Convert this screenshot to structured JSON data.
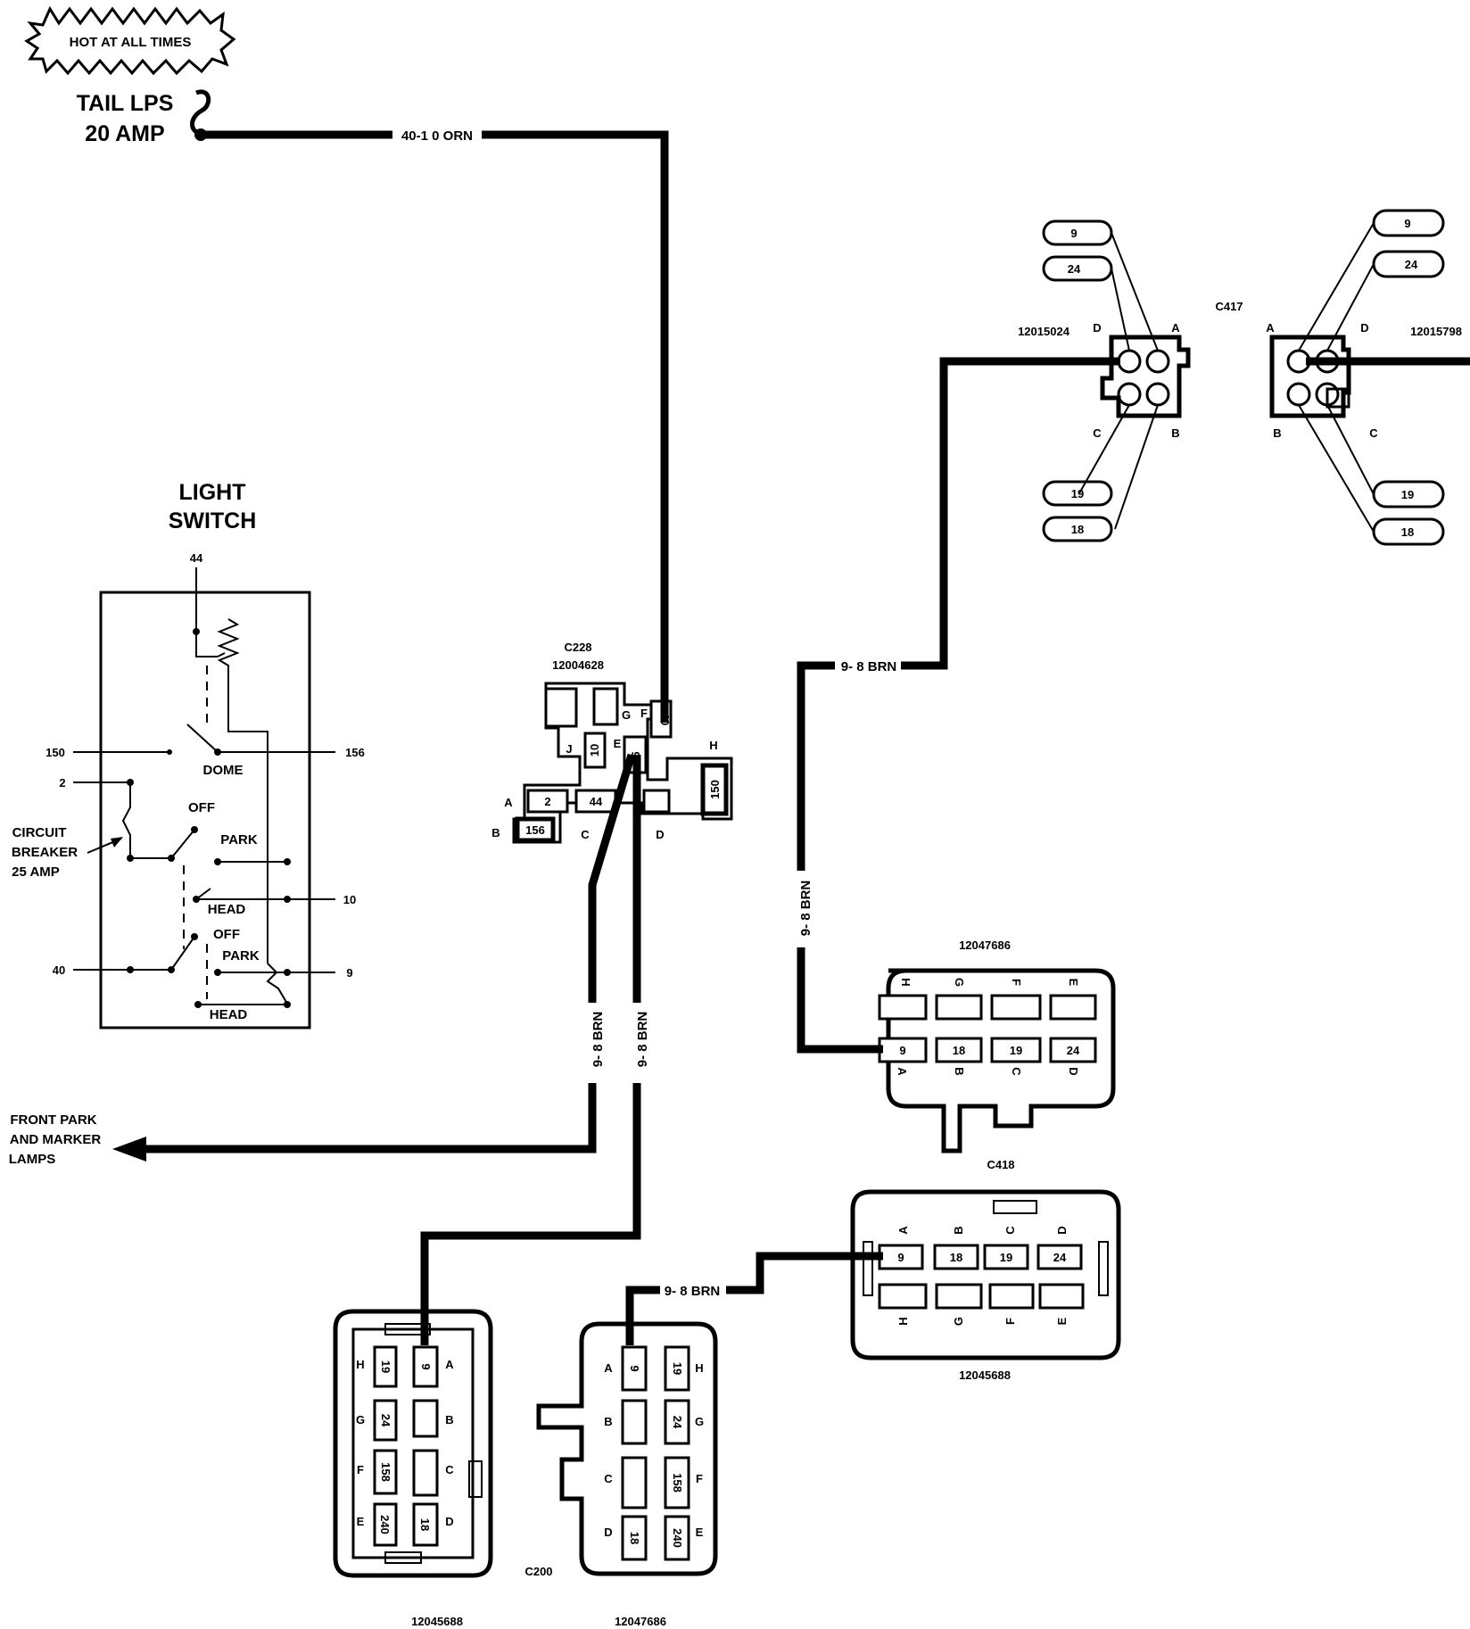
{
  "fuse": {
    "badge": "HOT AT ALL TIMES",
    "name": "TAIL LPS",
    "rating": "20 AMP"
  },
  "wires": {
    "feed": "40-1 0 ORN",
    "brn": "9- 8 BRN",
    "brn_v": "9- 8 BRN"
  },
  "switch": {
    "title_line1": "LIGHT",
    "title_line2": "SWITCH",
    "term_44": "44",
    "term_150": "150",
    "term_156": "156",
    "term_2": "2",
    "term_10": "10",
    "term_40": "40",
    "term_9": "9",
    "dome": "DOME",
    "off1": "OFF",
    "park1": "PARK",
    "head1": "HEAD",
    "off2": "OFF",
    "park2": "PARK",
    "head2": "HEAD",
    "cb_line1": "CIRCUIT",
    "cb_line2": "BREAKER",
    "cb_line3": "25 AMP"
  },
  "c228": {
    "name": "C228",
    "part": "12004628",
    "letters": [
      "A",
      "B",
      "C",
      "D",
      "E",
      "F",
      "G",
      "H",
      "J"
    ],
    "cavities": [
      "2",
      "44",
      "156",
      "10",
      "9",
      "40",
      "150"
    ]
  },
  "c417": {
    "name": "C417",
    "left_part": "12015024",
    "right_part": "12015798",
    "letters": [
      "A",
      "B",
      "C",
      "D"
    ],
    "left_circuits": [
      "9",
      "24",
      "19",
      "18"
    ],
    "right_circuits": [
      "9",
      "24",
      "19",
      "18"
    ]
  },
  "c418": {
    "name": "C418",
    "part_top": "12047686",
    "part_bottom": "12045688",
    "top_letters": [
      "H",
      "G",
      "F",
      "E",
      "A",
      "B",
      "C",
      "D"
    ],
    "top_cavities": [
      "9",
      "18",
      "19",
      "24"
    ],
    "bottom_letters": [
      "A",
      "B",
      "C",
      "D",
      "H",
      "G",
      "F",
      "E"
    ],
    "bottom_cavities": [
      "9",
      "18",
      "19",
      "24"
    ]
  },
  "c200": {
    "name": "C200",
    "left_part": "12045688",
    "right_part": "12047686",
    "left_letters": [
      "H",
      "G",
      "F",
      "E",
      "A",
      "B",
      "C",
      "D"
    ],
    "left_cavities": [
      "19",
      "9",
      "24",
      "158",
      "240",
      "18"
    ],
    "right_letters": [
      "A",
      "B",
      "C",
      "D",
      "H",
      "G",
      "F",
      "E"
    ],
    "right_cavities": [
      "9",
      "19",
      "24",
      "158",
      "18",
      "240"
    ]
  },
  "front_lamps": {
    "line1": "FRONT PARK",
    "line2": "AND MARKER",
    "line3": "LAMPS"
  }
}
